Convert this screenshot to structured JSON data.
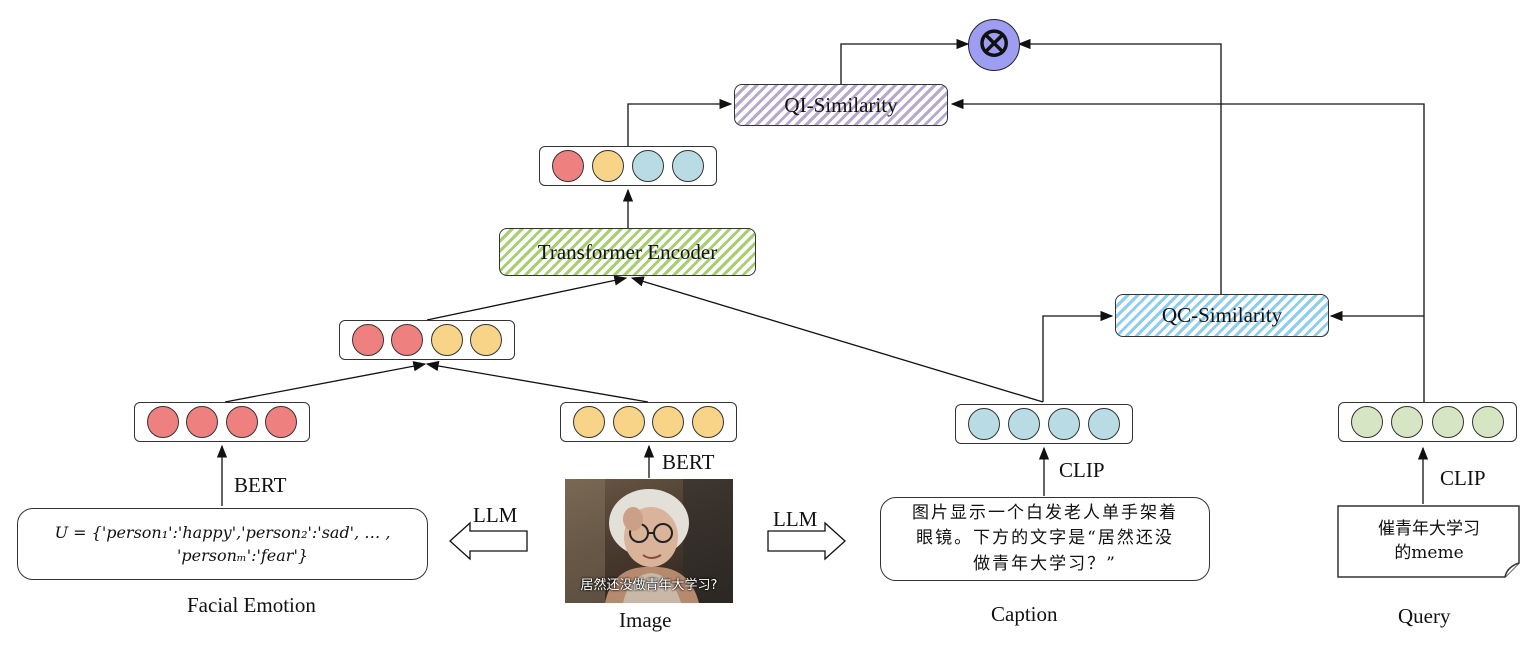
{
  "colors": {
    "red": "#ef8080",
    "yellow": "#f7d487",
    "blue": "#b8dbe4",
    "green": "#d6e5c3",
    "product_node": "#9d9df2"
  },
  "nodes": {
    "product": "⊗",
    "qi_similarity": "QI-Similarity",
    "qc_similarity": "QC-Similarity",
    "transformer_encoder": "Transformer Encoder"
  },
  "edge_labels": {
    "bert_face": "BERT",
    "bert_image": "BERT",
    "clip_caption": "CLIP",
    "clip_query": "CLIP",
    "llm_left": "LLM",
    "llm_right": "LLM"
  },
  "inputs": {
    "facial_emotion_formula_line1": "U = {'person₁':'happy','person₂':'sad', … ,",
    "facial_emotion_formula_line2": "'personₘ':'fear'}",
    "image_overlay_text": "居然还没做青年大学习?",
    "caption_text_line1": "图片显示一个白发老人单手架着",
    "caption_text_line2": "眼镜。下方的文字是“居然还没",
    "caption_text_line3": "做青年大学习？”",
    "query_text_line1": "催青年大学习",
    "query_text_line2": "的meme"
  },
  "captions": {
    "facial_emotion": "Facial Emotion",
    "image": "Image",
    "caption": "Caption",
    "query": "Query"
  },
  "embeddings": {
    "face": [
      "red",
      "red",
      "red",
      "red"
    ],
    "image": [
      "yellow",
      "yellow",
      "yellow",
      "yellow"
    ],
    "fused": [
      "red",
      "red",
      "yellow",
      "yellow"
    ],
    "encoded": [
      "red",
      "yellow",
      "blue",
      "blue"
    ],
    "caption": [
      "blue",
      "blue",
      "blue",
      "blue"
    ],
    "query": [
      "green",
      "green",
      "green",
      "green"
    ]
  }
}
